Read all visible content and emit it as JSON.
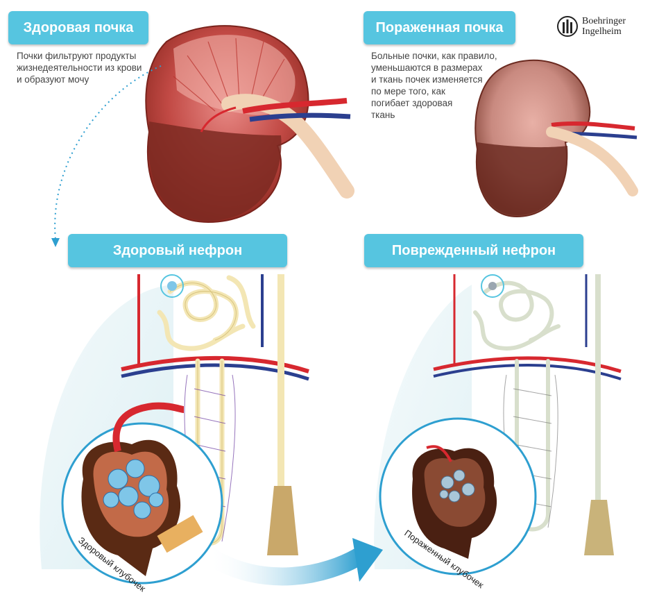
{
  "brand": {
    "name": "Boehringer Ingelheim",
    "line1": "Boehringer",
    "line2": "Ingelheim"
  },
  "sections": {
    "healthy_kidney": {
      "title": "Здоровая почка",
      "description": "Почки фильтруют продукты\nжизнедеятельности из крови\nи образуют мочу"
    },
    "damaged_kidney": {
      "title": "Пораженная почка",
      "description": "Больные почки, как правило,\nуменьшаются в размерах\nи ткань почек изменяется\nпо мере того, как\nпогибает здоровая\nткань"
    },
    "healthy_nephron": {
      "title": "Здоровый нефрон",
      "glomerulus_label": "Здоровый клубочек"
    },
    "damaged_nephron": {
      "title": "Поврежденный нефрон",
      "glomerulus_label": "Пораженный клубочек"
    }
  },
  "colors": {
    "label_bg": "#56c5e0",
    "artery": "#d7282f",
    "vein": "#2b3f8f",
    "tubule_healthy": "#f3e6b4",
    "tubule_damaged": "#d8dfcc",
    "kidney_tissue": "#8c2f25",
    "glomerulus_healthy": "#7fc6e8",
    "capsule": "#5a2a14"
  }
}
